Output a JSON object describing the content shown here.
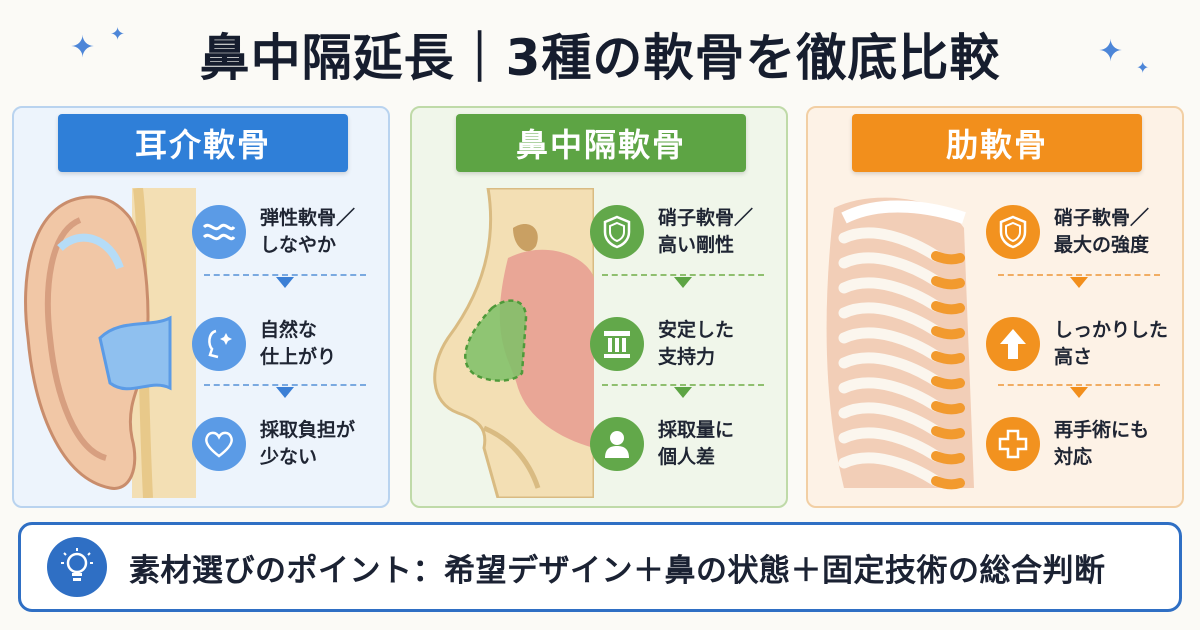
{
  "title": "鼻中隔延長｜3種の軟骨を徹底比較",
  "cards": [
    {
      "label": "耳介軟骨",
      "features": [
        {
          "line1": "弾性軟骨／",
          "line2": "しなやか",
          "icon": "wave-icon"
        },
        {
          "line1": "自然な",
          "line2": "仕上がり",
          "icon": "face-sparkle-icon"
        },
        {
          "line1": "採取負担が",
          "line2": "少ない",
          "icon": "heart-icon"
        }
      ],
      "illustration": "ear-cartilage-illustration"
    },
    {
      "label": "鼻中隔軟骨",
      "features": [
        {
          "line1": "硝子軟骨／",
          "line2": "高い剛性",
          "icon": "shield-icon"
        },
        {
          "line1": "安定した",
          "line2": "支持力",
          "icon": "pillar-icon"
        },
        {
          "line1": "採取量に",
          "line2": "個人差",
          "icon": "person-icon"
        }
      ],
      "illustration": "nasal-septum-illustration"
    },
    {
      "label": "肋軟骨",
      "features": [
        {
          "line1": "硝子軟骨／",
          "line2": "最大の強度",
          "icon": "shield-icon"
        },
        {
          "line1": "しっかりした",
          "line2": "高さ",
          "icon": "arrow-up-icon"
        },
        {
          "line1": "再手術にも",
          "line2": "対応",
          "icon": "plus-icon"
        }
      ],
      "illustration": "rib-cage-illustration"
    }
  ],
  "point": {
    "text": "素材選びのポイント：希望デザイン＋鼻の状態＋固定技術の総合判断",
    "icon": "lightbulb-icon"
  },
  "colors": {
    "blue": "#2f7fd8",
    "green": "#5da444",
    "orange": "#f28f1c",
    "frame": "#2f6fc4"
  }
}
